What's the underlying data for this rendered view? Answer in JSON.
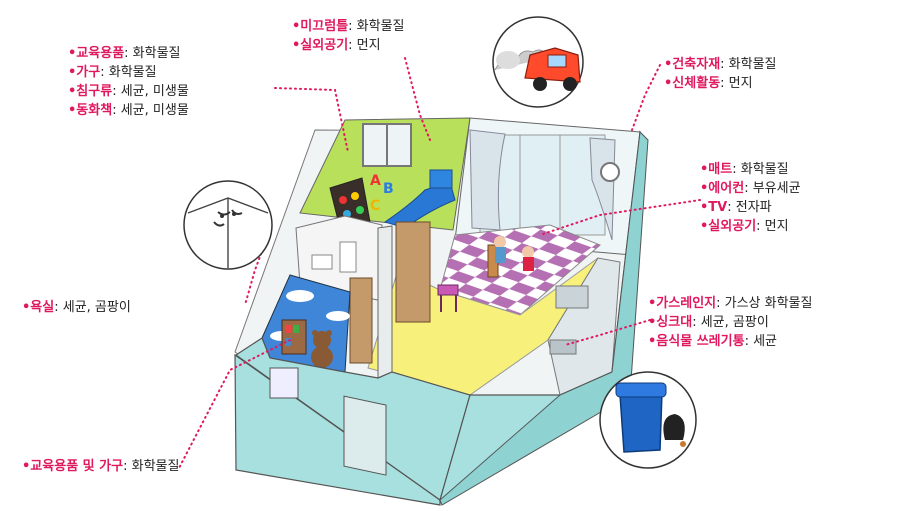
{
  "colors": {
    "accent": "#e0195f",
    "text": "#222222",
    "wall_exterior": "#a8e0e0",
    "floor_living": "#f7f07a",
    "wall_nursery": "#b8e05a",
    "wall_kidsroom": "#3f86d8",
    "mat_purple": "#b56fb3",
    "trash_bin": "#1f66c4",
    "car_red": "#ff4b2b"
  },
  "labels": {
    "nursery": [
      {
        "key": "•교육용품",
        "val": ": 화학물질"
      },
      {
        "key": "•가구",
        "val": ": 화학물질"
      },
      {
        "key": "•침구류",
        "val": ": 세균, 미생물"
      },
      {
        "key": "•동화책",
        "val": ": 세균, 미생물"
      }
    ],
    "slide": [
      {
        "key": "•미끄럼틀",
        "val": ": 화학물질"
      },
      {
        "key": "•실외공기",
        "val": ": 먼지"
      }
    ],
    "building": [
      {
        "key": "•건축자재",
        "val": ": 화학물질"
      },
      {
        "key": "•신체활동",
        "val": ": 먼지"
      }
    ],
    "living": [
      {
        "key": "•매트",
        "val": ": 화학물질"
      },
      {
        "key": "•에어컨",
        "val": ": 부유세균"
      },
      {
        "key": "•TV",
        "val": ": 전자파"
      },
      {
        "key": "•실외공기",
        "val": ": 먼지"
      }
    ],
    "bathroom": [
      {
        "key": "•욕실",
        "val": ": 세균, 곰팡이"
      }
    ],
    "kitchen": [
      {
        "key": "•가스레인지",
        "val": ": 가스상 화학물질"
      },
      {
        "key": "•싱크대",
        "val": ": 세균, 곰팡이"
      },
      {
        "key": "•음식물 쓰레기통",
        "val": ": 세균"
      }
    ],
    "kidsroom": [
      {
        "key": "•교육용품 및 가구",
        "val": ": 화학물질"
      }
    ]
  },
  "wall_letters": [
    "A",
    "B",
    "C"
  ],
  "icons": {
    "house": "isometric-house-cutaway",
    "mold_corner": "mold-corner-icon",
    "car_exhaust": "car-exhaust-icon",
    "trash": "food-waste-bin-icon"
  }
}
